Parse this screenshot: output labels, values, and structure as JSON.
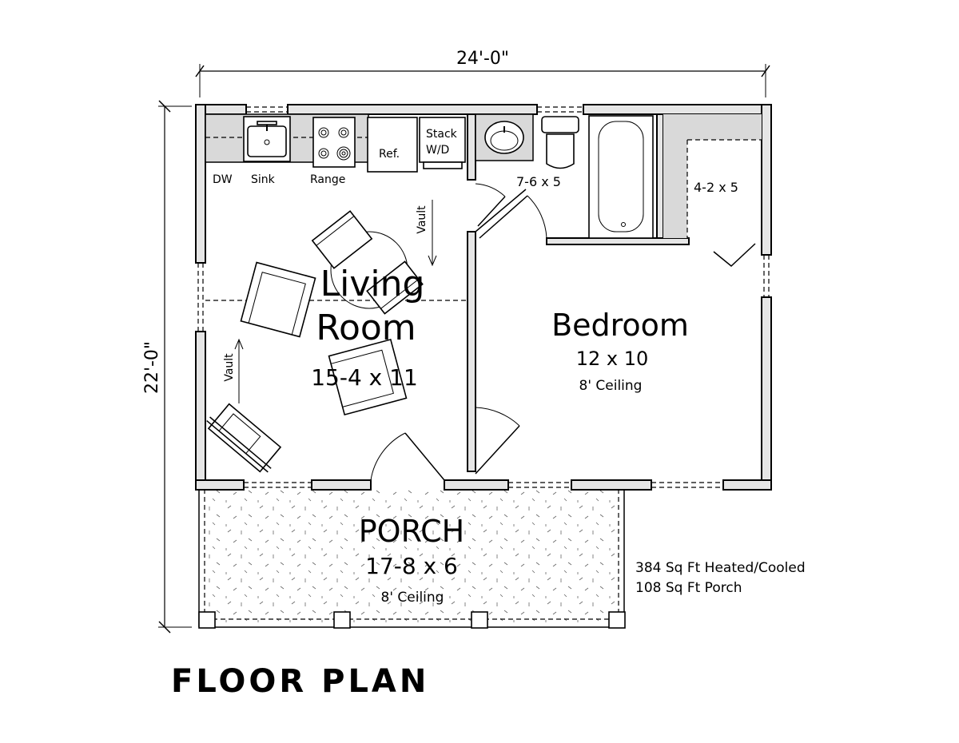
{
  "dimensions": {
    "width": "24'-0\"",
    "depth": "22'-0\""
  },
  "kitchen": {
    "dw": "DW",
    "sink": "Sink",
    "range": "Range",
    "ref": "Ref.",
    "washer_dryer_line1": "Stack",
    "washer_dryer_line2": "W/D"
  },
  "rooms": {
    "living": {
      "name_line1": "Living",
      "name_line2": "Room",
      "size": "15-4 x 11",
      "vault_label_top": "Vault",
      "vault_label_left": "Vault"
    },
    "bath": {
      "size": "7-6 x 5"
    },
    "closet": {
      "size": "4-2 x 5"
    },
    "bedroom": {
      "name": "Bedroom",
      "size": "12 x 10",
      "ceiling": "8' Ceiling"
    },
    "porch": {
      "name": "PORCH",
      "size": "17-8 x 6",
      "ceiling": "8' Ceiling"
    }
  },
  "area_summary": {
    "heated": "384 Sq Ft Heated/Cooled",
    "porch": "108 Sq Ft Porch"
  },
  "plan_title": "FLOOR PLAN",
  "colors": {
    "wall_fill": "#e6e6e6",
    "line": "#000000",
    "background": "#ffffff"
  }
}
